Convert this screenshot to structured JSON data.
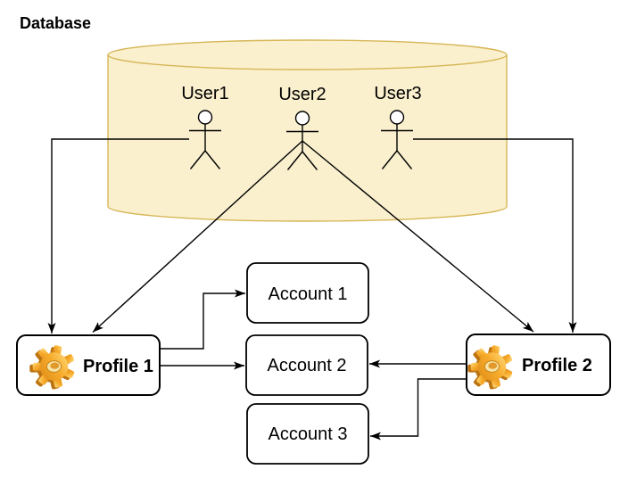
{
  "diagram": {
    "title": "Database",
    "users": [
      {
        "label": "User1"
      },
      {
        "label": "User2"
      },
      {
        "label": "User3"
      }
    ],
    "profiles": [
      {
        "label": "Profile 1",
        "icon": "gear-icon"
      },
      {
        "label": "Profile 2",
        "icon": "gear-icon"
      }
    ],
    "accounts": [
      {
        "label": "Account 1"
      },
      {
        "label": "Account 2"
      },
      {
        "label": "Account 3"
      }
    ],
    "connections": [
      {
        "from": "User1",
        "to": "Profile 1"
      },
      {
        "from": "User2",
        "to": "Profile 1"
      },
      {
        "from": "User2",
        "to": "Profile 2"
      },
      {
        "from": "User3",
        "to": "Profile 2"
      },
      {
        "from": "Profile 1",
        "to": "Account 1"
      },
      {
        "from": "Profile 1",
        "to": "Account 2"
      },
      {
        "from": "Profile 2",
        "to": "Account 2"
      },
      {
        "from": "Profile 2",
        "to": "Account 3"
      }
    ],
    "colors": {
      "cylinder_fill": "#FAF0CE",
      "cylinder_stroke": "#D6B656",
      "connector": "#000000",
      "node_fill": "#FFFFFF",
      "node_stroke": "#000000",
      "gear_light": "#FFDD82",
      "gear_mid": "#F5A623",
      "gear_dark": "#C07714"
    }
  }
}
